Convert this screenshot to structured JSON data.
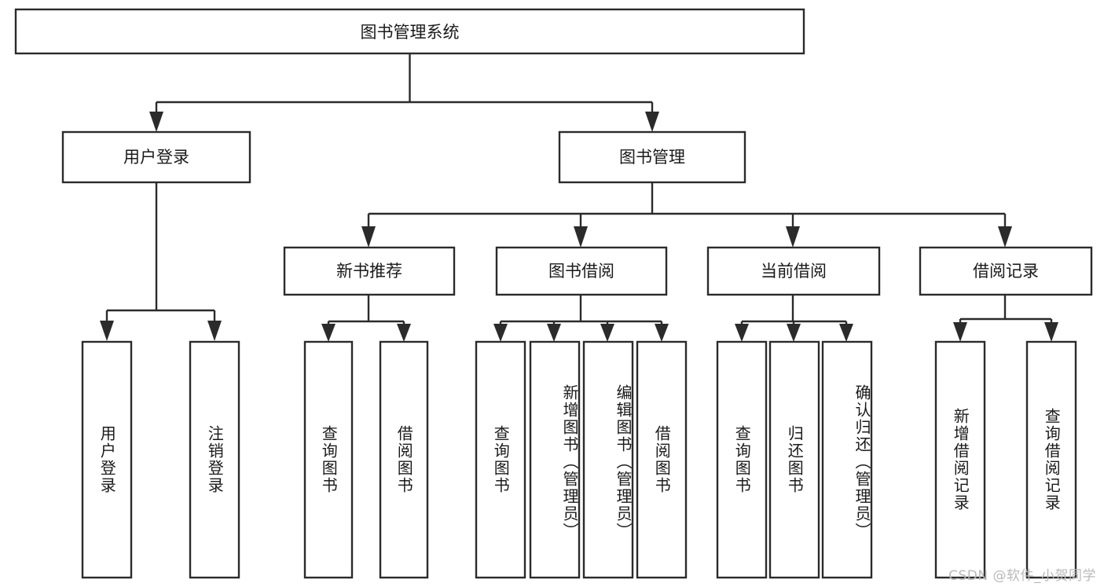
{
  "diagram": {
    "type": "hierarchy-tree",
    "title": "图书管理系统",
    "levels": 4,
    "root": {
      "id": "root",
      "label": "图书管理系统",
      "orientation": "horizontal"
    },
    "level2": [
      {
        "id": "user-login",
        "label": "用户登录",
        "orientation": "horizontal"
      },
      {
        "id": "book-management",
        "label": "图书管理",
        "orientation": "horizontal"
      }
    ],
    "level3": [
      {
        "id": "new-book-recommend",
        "label": "新书推荐",
        "orientation": "horizontal",
        "parent": "book-management"
      },
      {
        "id": "book-borrow",
        "label": "图书借阅",
        "orientation": "horizontal",
        "parent": "book-management"
      },
      {
        "id": "current-borrow",
        "label": "当前借阅",
        "orientation": "horizontal",
        "parent": "book-management"
      },
      {
        "id": "borrow-record",
        "label": "借阅记录",
        "orientation": "horizontal",
        "parent": "book-management"
      }
    ],
    "leaves": [
      {
        "id": "leaf-user-login",
        "label": "用户登录",
        "orientation": "vertical",
        "parent": "user-login"
      },
      {
        "id": "leaf-user-logout",
        "label": "注销登录",
        "orientation": "vertical",
        "parent": "user-login"
      },
      {
        "id": "leaf-query-book-1",
        "label": "查询图书",
        "orientation": "vertical",
        "parent": "new-book-recommend"
      },
      {
        "id": "leaf-borrow-book-1",
        "label": "借阅图书",
        "orientation": "vertical",
        "parent": "new-book-recommend"
      },
      {
        "id": "leaf-query-book-2",
        "label": "查询图书",
        "orientation": "vertical",
        "parent": "book-borrow"
      },
      {
        "id": "leaf-add-book",
        "label": "新增图书（管理员）",
        "orientation": "vertical",
        "parent": "book-borrow"
      },
      {
        "id": "leaf-edit-book",
        "label": "编辑图书（管理员）",
        "orientation": "vertical",
        "parent": "book-borrow"
      },
      {
        "id": "leaf-borrow-book-2",
        "label": "借阅图书",
        "orientation": "vertical",
        "parent": "book-borrow"
      },
      {
        "id": "leaf-query-book-3",
        "label": "查询图书",
        "orientation": "vertical",
        "parent": "current-borrow"
      },
      {
        "id": "leaf-return-book",
        "label": "归还图书",
        "orientation": "vertical",
        "parent": "current-borrow"
      },
      {
        "id": "leaf-confirm-return",
        "label": "确认归还（管理员）",
        "orientation": "vertical",
        "parent": "current-borrow"
      },
      {
        "id": "leaf-add-record",
        "label": "新增借阅记录",
        "orientation": "vertical",
        "parent": "borrow-record"
      },
      {
        "id": "leaf-query-record",
        "label": "查询借阅记录",
        "orientation": "vertical",
        "parent": "borrow-record"
      }
    ]
  },
  "watermark": {
    "text": "CSDN @软件_小贺同学"
  },
  "colors": {
    "background": "#ffffff",
    "box_fill": "#ffffff",
    "box_stroke": "#2b2b2b",
    "text": "#1a1a1a",
    "watermark": "#b9b9b9"
  }
}
